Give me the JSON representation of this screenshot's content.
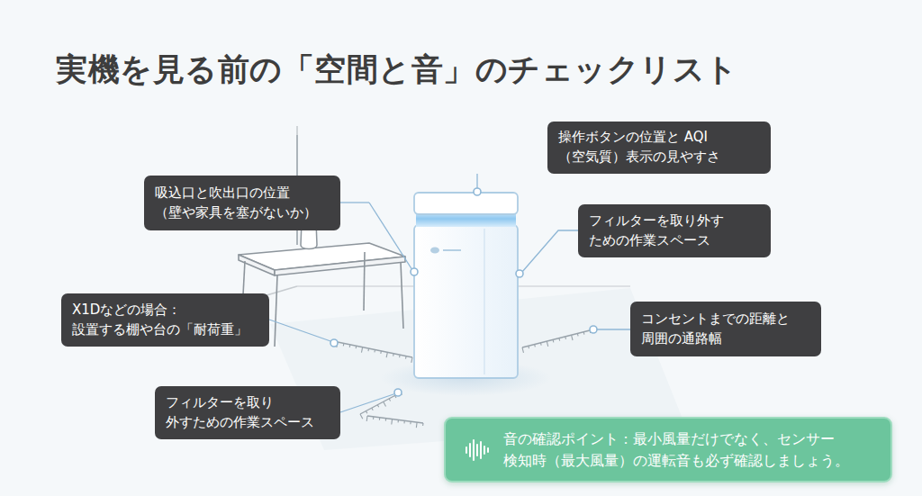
{
  "diagram": {
    "title": "実機を見る前の「空間と音」のチェックリスト",
    "nodes": [
      {
        "text": [
          "操作ボタンの位置と AQI（空気質）表示の見やすさ"
        ]
      },
      {
        "text": [
          "吸込口と吹出口の位置 （壁や家具を塞がないか）"
        ]
      },
      {
        "text": [
          "フィルターを取り外す ための作業スペース"
        ]
      },
      {
        "text": [
          "X1Dなどの場合： 設置する棚や台の「耐荷重」"
        ]
      },
      {
        "text": [
          "コンセントまでの距離と 周囲の通路幅"
        ]
      },
      {
        "text": [
          "フィルターを取り 外すための作業スペース"
        ]
      },
      {
        "text": [
          "音の確認ポイント：最小風量だけでなく、センサー 検知時（最大風量）の運転音も必ず確認しましょう。"
        ]
      }
    ]
  }
}
